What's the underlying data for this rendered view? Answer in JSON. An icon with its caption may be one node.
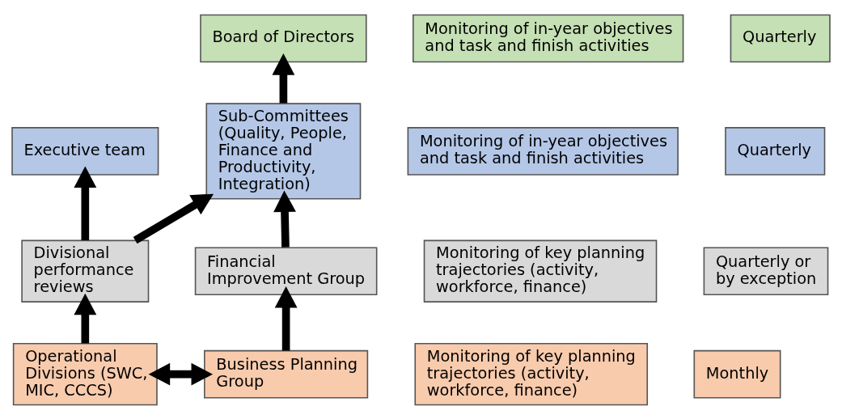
{
  "diagram": {
    "nodes": [
      {
        "text": [
          "Board of Directors"
        ]
      },
      {
        "text": [
          "Monitoring of in-year objectives and task and finish activities"
        ]
      },
      {
        "text": [
          "Quarterly"
        ]
      },
      {
        "text": [
          "Executive team"
        ]
      },
      {
        "text": [
          "Sub-Committees (Quality, People, Finance and Productivity, Integration)"
        ]
      },
      {
        "text": [
          "Monitoring of in-year objectives and task and finish activities"
        ]
      },
      {
        "text": [
          "Quarterly"
        ]
      },
      {
        "text": [
          "Divisional performance reviews"
        ]
      },
      {
        "text": [
          "Financial Improvement Group"
        ]
      },
      {
        "text": [
          "Monitoring of key planning trajectories (activity, workforce, finance)"
        ]
      },
      {
        "text": [
          "Quarterly or by exception"
        ]
      },
      {
        "text": [
          "Operational Divisions (SWC, MIC, CCCS)"
        ]
      },
      {
        "text": [
          "Business Planning Group"
        ]
      },
      {
        "text": [
          "Monitoring of key planning trajectories (activity, workforce, finance)"
        ]
      },
      {
        "text": [
          "Monthly"
        ]
      }
    ],
    "edges": [
      {
        "from": 4,
        "to": 0,
        "arrow": "to"
      },
      {
        "from": 7,
        "to": 3,
        "arrow": "to"
      },
      {
        "from": 7,
        "to": 4,
        "arrow": "to"
      },
      {
        "from": 8,
        "to": 4,
        "arrow": "to"
      },
      {
        "from": 11,
        "to": 7,
        "arrow": "to"
      },
      {
        "from": 12,
        "to": 8,
        "arrow": "to"
      },
      {
        "from": 11,
        "to": 12,
        "arrow": "both"
      }
    ]
  }
}
